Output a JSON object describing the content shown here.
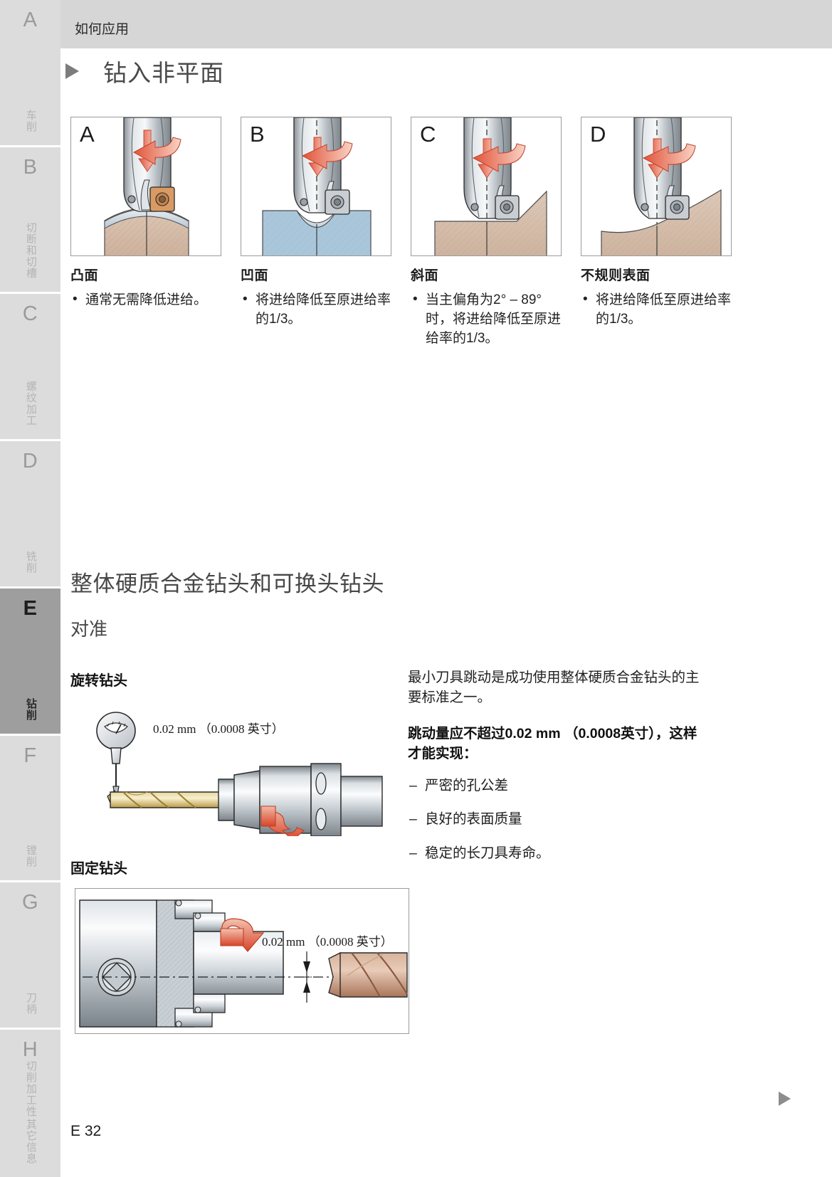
{
  "sidebar": {
    "tabs": [
      {
        "letter": "A",
        "label": "车削",
        "active": false
      },
      {
        "letter": "B",
        "label": "切断和切槽",
        "active": false
      },
      {
        "letter": "C",
        "label": "螺纹加工",
        "active": false
      },
      {
        "letter": "D",
        "label": "铣削",
        "active": false
      },
      {
        "letter": "E",
        "label": "钻削",
        "active": true
      },
      {
        "letter": "F",
        "label": "镗削",
        "active": false
      },
      {
        "letter": "G",
        "label": "刀柄",
        "active": false
      },
      {
        "letter": "H",
        "label": "切削加工性 其它信息",
        "active": false
      }
    ]
  },
  "header": {
    "breadcrumb": "如何应用"
  },
  "title": {
    "text": "钻入非平面",
    "bullet_icon": "triangle-right-icon"
  },
  "panels": [
    {
      "letter": "A",
      "caption": "凸面",
      "bullets": [
        "通常无需降低进给。"
      ],
      "surface": "convex"
    },
    {
      "letter": "B",
      "caption": "凹面",
      "bullets": [
        "将进给降低至原进给率的1/3。"
      ],
      "surface": "concave"
    },
    {
      "letter": "C",
      "caption": "斜面",
      "bullets": [
        "当主偏角为2° – 89° 时，将进给降低至原进给率的1/3。"
      ],
      "surface": "inclined"
    },
    {
      "letter": "D",
      "caption": "不规则表面",
      "bullets": [
        "将进给降低至原进给率的1/3。"
      ],
      "surface": "irregular"
    }
  ],
  "section": {
    "heading": "整体硬质合金钻头和可换头钻头",
    "subheading": "对准",
    "rotating_label": "旋转钻头",
    "fixed_label": "固定钻头",
    "rotating_dimension": "0.02 mm （0.0008 英寸）",
    "fixed_dimension": "0.02 mm （0.0008 英寸）"
  },
  "right_column": {
    "paragraph": "最小刀具跳动是成功使用整体硬质合金钻头的主要标准之一。",
    "bold_paragraph": "跳动量应不超过0.02 mm （0.0008英寸），这样才能实现：",
    "bullets": [
      "严密的孔公差",
      "良好的表面质量",
      "稳定的长刀具寿命。"
    ]
  },
  "footer": {
    "page": "E 32",
    "next_icon": "triangle-right-icon"
  },
  "colors": {
    "accent_red": "#d9442c",
    "tab_inactive_bg": "#dcdcdc",
    "tab_active_bg": "#9e9e9e",
    "topbar_bg": "#d6d6d6",
    "workpiece_tan": "#d9c0ad",
    "workpiece_blue": "#aac6da",
    "steel_gray": "#b9bfc4"
  }
}
